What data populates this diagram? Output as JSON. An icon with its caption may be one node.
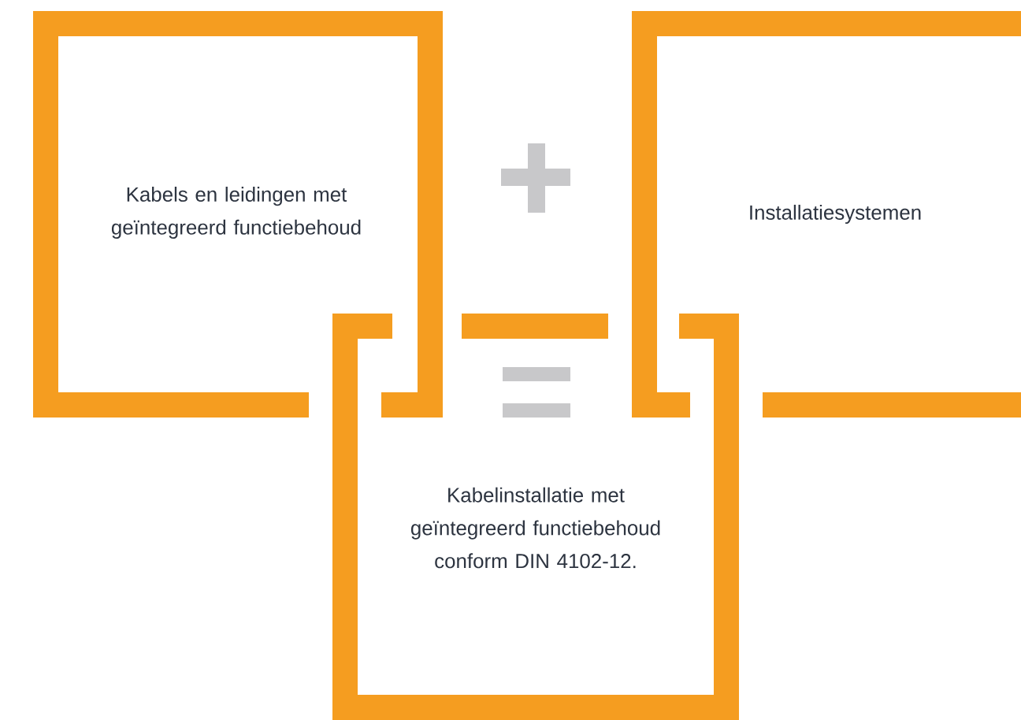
{
  "diagram": {
    "nodes": [
      {
        "text": [
          "Kabels en leidingen met geïntegreerd functiebehoud"
        ]
      },
      {
        "text": [
          "Installatiesystemen"
        ]
      },
      {
        "text": [
          "Kabelinstallatie met geïntegreerd functiebehoud conform DIN 4102-12."
        ]
      }
    ]
  }
}
